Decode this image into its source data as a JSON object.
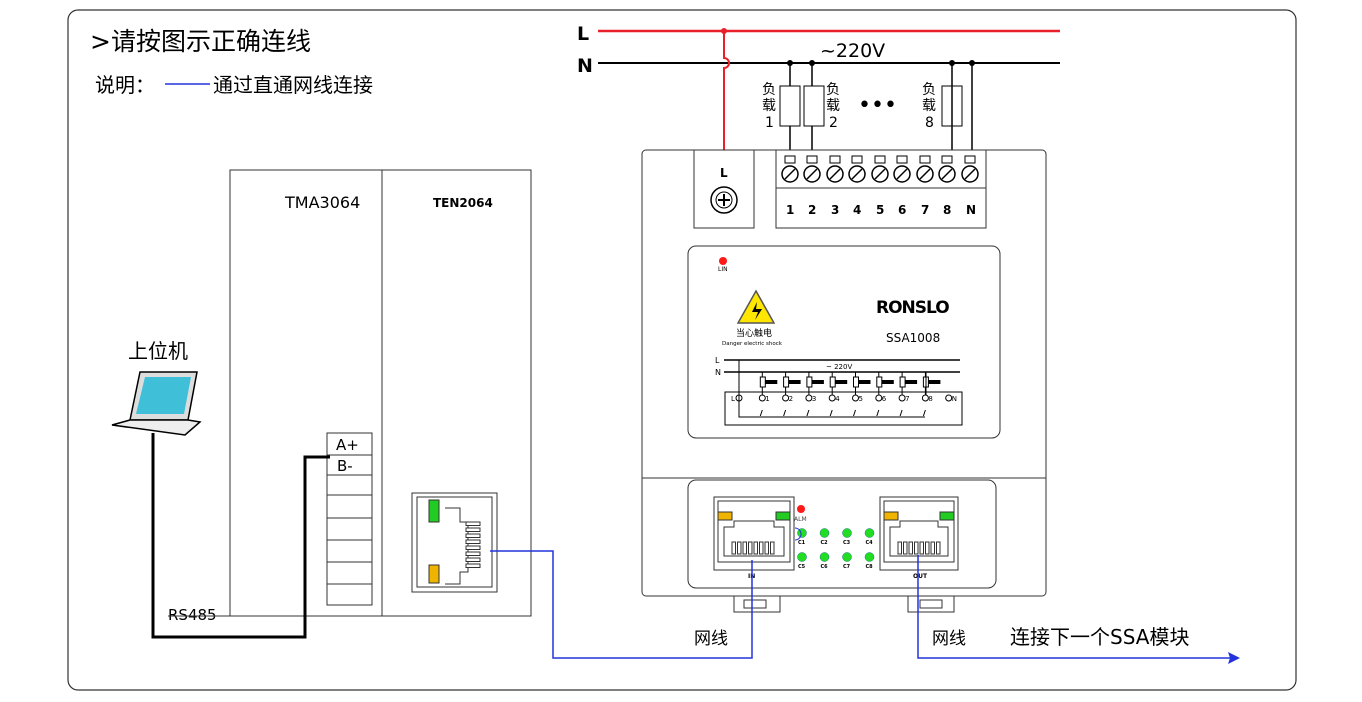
{
  "title": ">请按图示正确连线",
  "note": {
    "prefix": "说明：",
    "text": "通过直通网线连接",
    "line_color": "#2233dd"
  },
  "power": {
    "l": "L",
    "n": "N",
    "voltage": "~220V",
    "l_color": "#e8202a",
    "dots": "•••"
  },
  "loads": [
    {
      "top": "负",
      "mid": "载",
      "num": "1"
    },
    {
      "top": "负",
      "mid": "载",
      "num": "2"
    },
    {
      "top": "负",
      "mid": "载",
      "num": "8"
    }
  ],
  "device": {
    "l_label": "L",
    "terminals": [
      "1",
      "2",
      "3",
      "4",
      "5",
      "6",
      "7",
      "8",
      "N"
    ],
    "lin": "LIN",
    "brand": "RONSLO",
    "model": "SSA1008",
    "warning_cn": "当心触电",
    "warning_en": "Danger electric shock",
    "panel_voltage": "~ 220V",
    "panel_l": "L",
    "panel_n": "N",
    "panel_terms": [
      "L",
      "1",
      "2",
      "3",
      "4",
      "5",
      "6",
      "7",
      "8",
      "N"
    ],
    "alm": "ALM",
    "leds": [
      "C1",
      "C2",
      "C3",
      "C4",
      "C5",
      "C6",
      "C7",
      "C8"
    ],
    "port_in": "IN",
    "port_out": "OUT"
  },
  "left": {
    "host": "上位机",
    "module1": "TMA3064",
    "module2": "TEN2064",
    "term_a": "A+",
    "term_b": "B-",
    "rs485": "RS485"
  },
  "cable1": "网线",
  "cable2": "网线",
  "next": "连接下一个SSA模块"
}
